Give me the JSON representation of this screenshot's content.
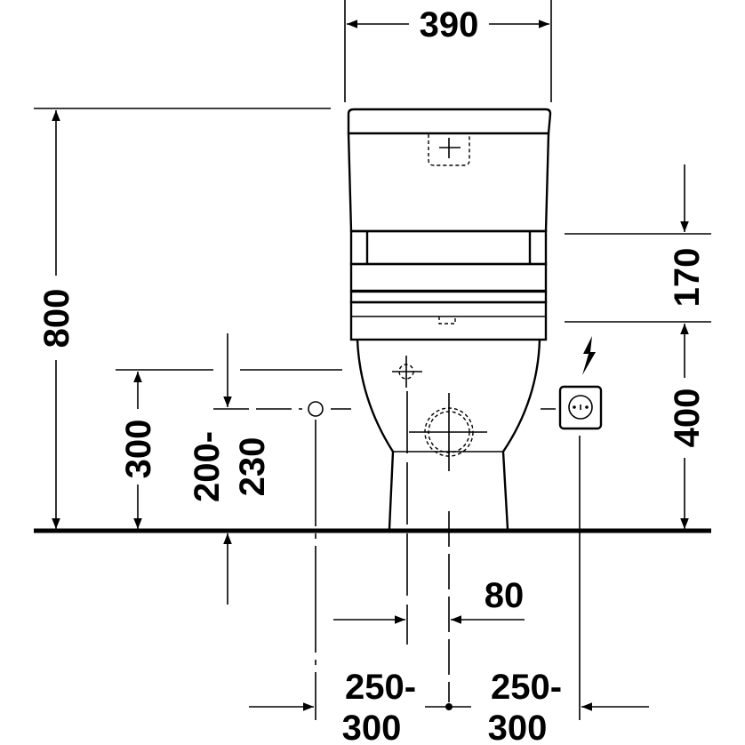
{
  "drawing": {
    "title": "Toilet front view dimensions",
    "dimensions": {
      "width": "390",
      "height": "800",
      "supply_height": "300",
      "outlet_height_line1": "200-",
      "outlet_height_line2": "230",
      "tank_offset": "170",
      "socket_height": "400",
      "offset": "80",
      "left_distance_line1": "250-",
      "left_distance_line2": "300",
      "right_distance_line1": "250-",
      "right_distance_line2": "300"
    },
    "colors": {
      "line": "#000000",
      "background": "#ffffff"
    }
  }
}
